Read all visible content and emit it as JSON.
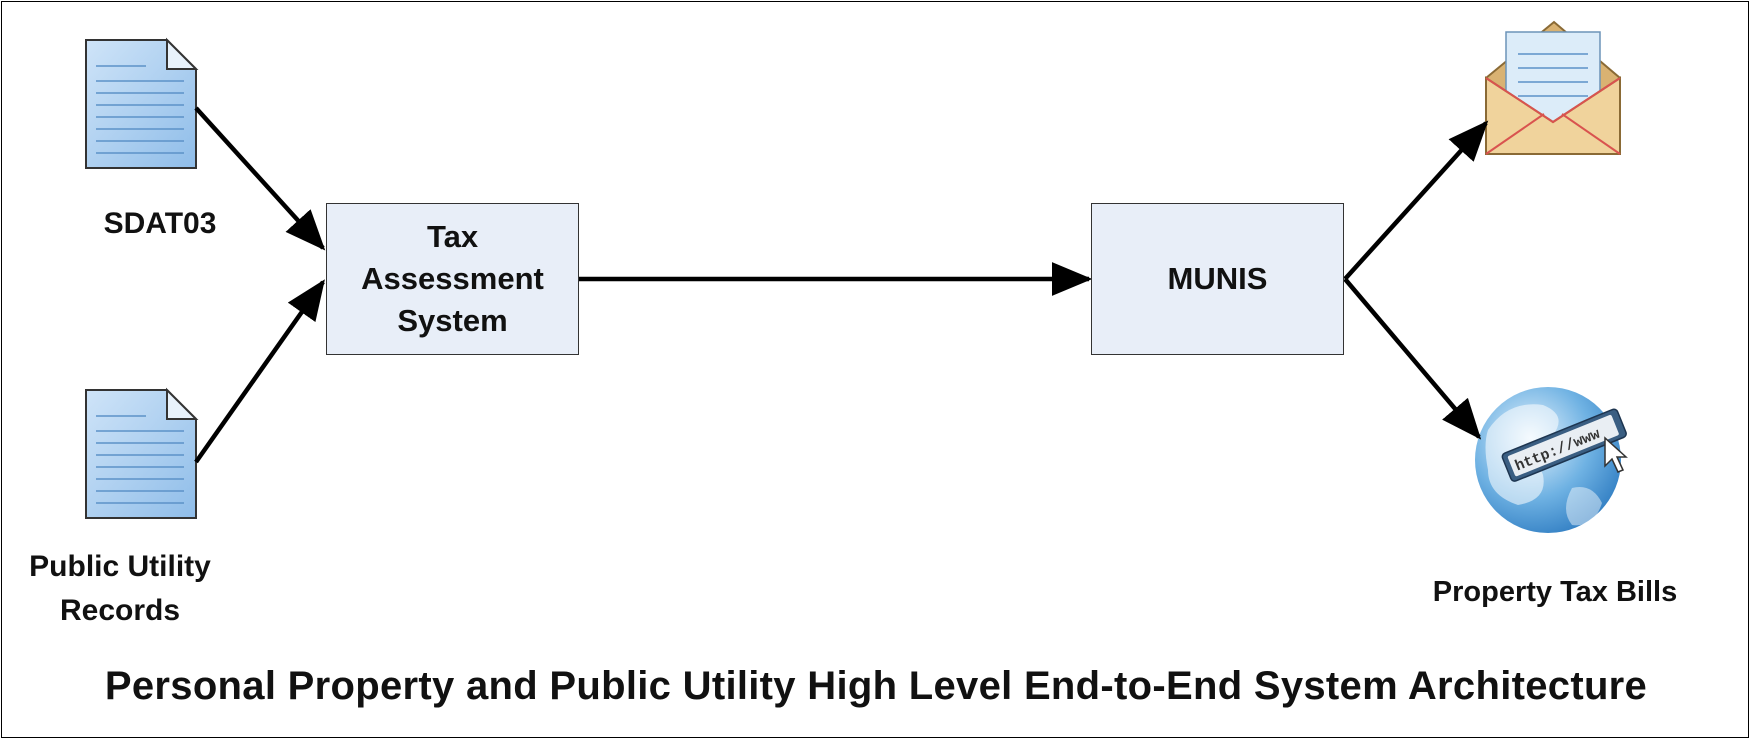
{
  "title": "Personal Property and Public Utility High Level End-to-End System Architecture",
  "colors": {
    "box_fill": "#e8eef8",
    "box_border": "#333333",
    "arrow": "#000000",
    "doc_fill": "#a9cdf0",
    "envelope_body": "#e8c98e",
    "envelope_lines": "#d9534f"
  },
  "nodes": {
    "sdat": {
      "label": "SDAT03",
      "icon": "document-icon"
    },
    "public_utility": {
      "label": "Public Utility\nRecords",
      "icon": "document-icon"
    },
    "tax_system": {
      "label": "Tax\nAssessment\nSystem"
    },
    "munis": {
      "label": "MUNIS"
    },
    "mail": {
      "icon": "envelope-icon"
    },
    "web": {
      "icon": "globe-icon",
      "url_text": "http://www",
      "label": "Property Tax Bills"
    }
  },
  "edges": [
    {
      "from": "SDAT03",
      "to": "Tax Assessment System"
    },
    {
      "from": "Public Utility Records",
      "to": "Tax Assessment System"
    },
    {
      "from": "Tax Assessment System",
      "to": "MUNIS"
    },
    {
      "from": "MUNIS",
      "to": "mail"
    },
    {
      "from": "MUNIS",
      "to": "web"
    }
  ]
}
